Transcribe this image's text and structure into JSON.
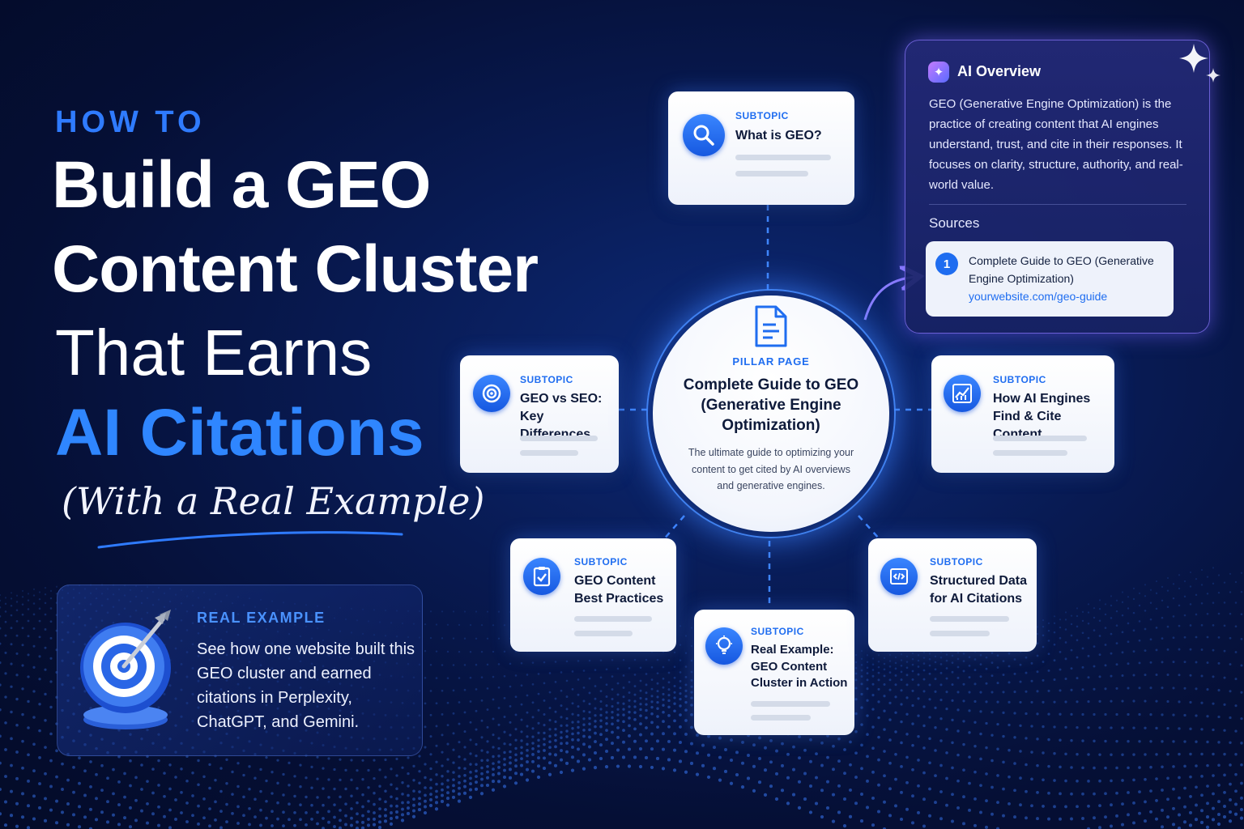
{
  "colors": {
    "background": "#061440",
    "accent_blue": "#2f7bff",
    "card_bg": "#ffffff",
    "ai_panel_bg": "#222a78",
    "ai_panel_border": "#8c78ff"
  },
  "headline": {
    "kicker": "HOW TO",
    "line1": "Build a GEO",
    "line2": "Content Cluster",
    "line3": "That Earns",
    "line4": "AI Citations",
    "subline": "(With a Real Example)"
  },
  "example": {
    "label": "REAL EXAMPLE",
    "text": "See how one website built this GEO cluster and earned citations in Perplexity, ChatGPT, and Gemini.",
    "icon": "target-dart-icon"
  },
  "pillar": {
    "kicker": "PILLAR PAGE",
    "title": "Complete Guide to GEO (Generative Engine Optimization)",
    "description": "The ultimate guide to optimizing your content to get cited by AI overviews and generative engines.",
    "icon": "document-icon"
  },
  "subtopics": [
    {
      "kicker": "SUBTOPIC",
      "title": "What is GEO?",
      "icon": "search-icon"
    },
    {
      "kicker": "SUBTOPIC",
      "title": "GEO vs SEO: Key Differences",
      "icon": "target-icon"
    },
    {
      "kicker": "SUBTOPIC",
      "title": "How AI Engines Find & Cite Content",
      "icon": "chart-icon"
    },
    {
      "kicker": "SUBTOPIC",
      "title": "GEO Content Best Practices",
      "icon": "checklist-icon"
    },
    {
      "kicker": "SUBTOPIC",
      "title": "Real Example: GEO Content Cluster in Action",
      "icon": "lightbulb-icon"
    },
    {
      "kicker": "SUBTOPIC",
      "title": "Structured Data for AI Citations",
      "icon": "code-icon"
    }
  ],
  "ai_overview": {
    "title": "AI Overview",
    "body": "GEO (Generative Engine Optimization) is the practice of creating content that AI engines understand, trust, and cite in their responses. It focuses on clarity, structure, authority, and real-world value.",
    "sources_label": "Sources",
    "source": {
      "number": "1",
      "title": "Complete Guide to GEO (Generative Engine Optimization)",
      "url": "yourwebsite.com/geo-guide"
    }
  }
}
